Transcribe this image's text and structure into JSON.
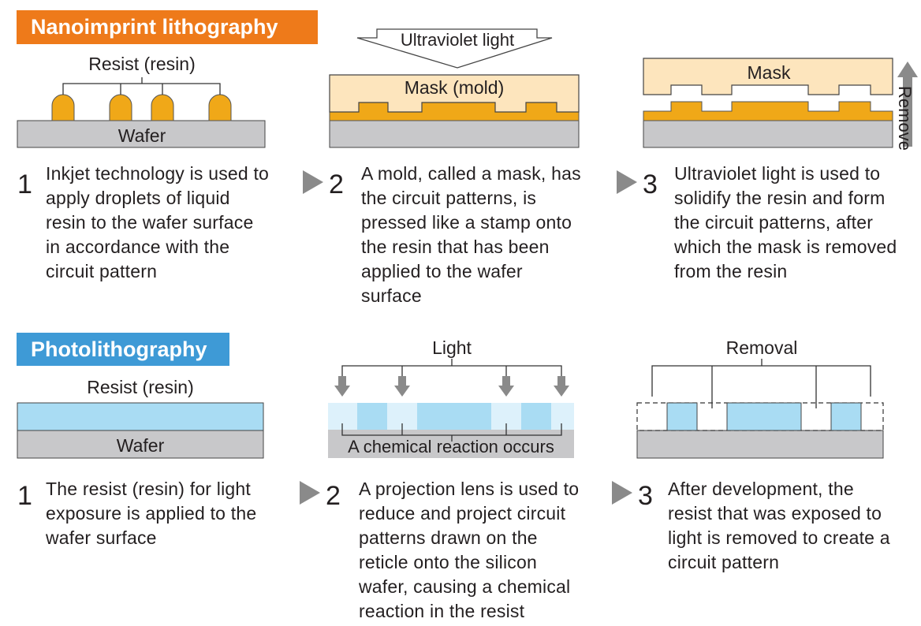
{
  "colors": {
    "nanoimprint_header": "#ee7a1a",
    "photolithography_header": "#3e9ad6",
    "resin_orange": "#f0a818",
    "mask_fill": "#fde5bd",
    "wafer_gray": "#c8c8ca",
    "resist_blue": "#a9dcf3",
    "resist_light": "#ddf1fb",
    "arrow_gray": "#8a8a8a"
  },
  "nanoimprint": {
    "title": "Nanoimprint lithography",
    "diagrams": {
      "resist_label": "Resist (resin)",
      "wafer_label": "Wafer",
      "uv_label": "Ultraviolet light",
      "mask_mold_label": "Mask (mold)",
      "mask_label": "Mask",
      "remove_label": "Remove"
    },
    "steps": [
      {
        "number": "1",
        "text": "Inkjet technology is used to apply droplets of liquid resin to the wafer surface in accordance with the circuit pattern"
      },
      {
        "number": "2",
        "text": "A mold, called a mask, has the circuit patterns, is pressed like a stamp onto the resin that has been applied to the wafer surface"
      },
      {
        "number": "3",
        "text": "Ultraviolet light is used to solidify the resin and form the circuit patterns, after which the mask is removed from the resin"
      }
    ]
  },
  "photolithography": {
    "title": "Photolithography",
    "diagrams": {
      "resist_label": "Resist (resin)",
      "wafer_label": "Wafer",
      "light_label": "Light",
      "reaction_label": "A chemical reaction occurs",
      "removal_label": "Removal"
    },
    "steps": [
      {
        "number": "1",
        "text": "The resist (resin) for light exposure is applied to the wafer surface"
      },
      {
        "number": "2",
        "text": "A projection lens is used to reduce and project circuit patterns drawn on the reticle onto the silicon wafer, causing a chemical reaction in the resist"
      },
      {
        "number": "3",
        "text": "After development, the resist that was exposed to light is removed to create a circuit pattern"
      }
    ]
  }
}
